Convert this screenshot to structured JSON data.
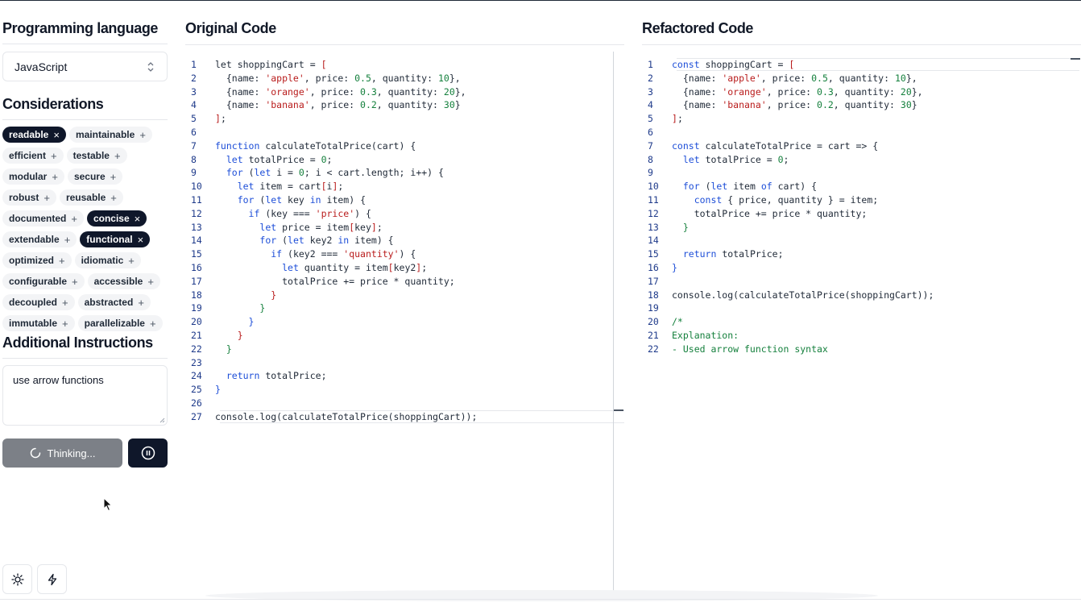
{
  "sidebar": {
    "language_title": "Programming language",
    "language_value": "JavaScript",
    "considerations_title": "Considerations",
    "considerations": [
      {
        "label": "readable",
        "selected": true
      },
      {
        "label": "maintainable",
        "selected": false
      },
      {
        "label": "efficient",
        "selected": false
      },
      {
        "label": "testable",
        "selected": false
      },
      {
        "label": "modular",
        "selected": false
      },
      {
        "label": "secure",
        "selected": false
      },
      {
        "label": "robust",
        "selected": false
      },
      {
        "label": "reusable",
        "selected": false
      },
      {
        "label": "documented",
        "selected": false
      },
      {
        "label": "concise",
        "selected": true
      },
      {
        "label": "extendable",
        "selected": false
      },
      {
        "label": "functional",
        "selected": true
      },
      {
        "label": "optimized",
        "selected": false
      },
      {
        "label": "idiomatic",
        "selected": false
      },
      {
        "label": "configurable",
        "selected": false
      },
      {
        "label": "accessible",
        "selected": false
      },
      {
        "label": "decoupled",
        "selected": false
      },
      {
        "label": "abstracted",
        "selected": false
      },
      {
        "label": "immutable",
        "selected": false
      },
      {
        "label": "parallelizable",
        "selected": false
      }
    ],
    "add_symbol": "+",
    "remove_symbol": "×",
    "instructions_title": "Additional Instructions",
    "instructions_value": "use arrow functions",
    "thinking_label": "Thinking...",
    "icons": {
      "theme": "sun-icon",
      "action": "bolt-icon",
      "stop": "pause-circle-icon",
      "spinner": "spinner-icon"
    }
  },
  "original": {
    "title": "Original Code",
    "active_line": 27,
    "lines": [
      [
        [
          "b",
          "let shoppingCart = "
        ],
        [
          "br",
          "["
        ]
      ],
      [
        [
          "b",
          "  {name: "
        ],
        [
          "s",
          "'apple'"
        ],
        [
          "b",
          ", price: "
        ],
        [
          "n",
          "0.5"
        ],
        [
          "b",
          ", quantity: "
        ],
        [
          "n",
          "10"
        ],
        [
          "b",
          "},"
        ]
      ],
      [
        [
          "b",
          "  {name: "
        ],
        [
          "s",
          "'orange'"
        ],
        [
          "b",
          ", price: "
        ],
        [
          "n",
          "0.3"
        ],
        [
          "b",
          ", quantity: "
        ],
        [
          "n",
          "20"
        ],
        [
          "b",
          "},"
        ]
      ],
      [
        [
          "b",
          "  {name: "
        ],
        [
          "s",
          "'banana'"
        ],
        [
          "b",
          ", price: "
        ],
        [
          "n",
          "0.2"
        ],
        [
          "b",
          ", quantity: "
        ],
        [
          "n",
          "30"
        ],
        [
          "b",
          "}"
        ]
      ],
      [
        [
          "br",
          "]"
        ],
        [
          "b",
          ";"
        ]
      ],
      [
        [
          "b",
          ""
        ]
      ],
      [
        [
          "k",
          "function"
        ],
        [
          "b",
          " calculateTotalPrice(cart) {"
        ]
      ],
      [
        [
          "b",
          "  "
        ],
        [
          "k",
          "let"
        ],
        [
          "b",
          " totalPrice = "
        ],
        [
          "n",
          "0"
        ],
        [
          "b",
          ";"
        ]
      ],
      [
        [
          "b",
          "  "
        ],
        [
          "k",
          "for"
        ],
        [
          "b",
          " ("
        ],
        [
          "k",
          "let"
        ],
        [
          "b",
          " i = "
        ],
        [
          "n",
          "0"
        ],
        [
          "b",
          "; i < cart.length; i++) {"
        ]
      ],
      [
        [
          "b",
          "    "
        ],
        [
          "k",
          "let"
        ],
        [
          "b",
          " item = cart"
        ],
        [
          "br",
          "["
        ],
        [
          "b",
          "i"
        ],
        [
          "br",
          "]"
        ],
        [
          "b",
          ";"
        ]
      ],
      [
        [
          "b",
          "    "
        ],
        [
          "k",
          "for"
        ],
        [
          "b",
          " ("
        ],
        [
          "k",
          "let"
        ],
        [
          "b",
          " key "
        ],
        [
          "k",
          "in"
        ],
        [
          "b",
          " item) {"
        ]
      ],
      [
        [
          "b",
          "      "
        ],
        [
          "k",
          "if"
        ],
        [
          "b",
          " (key === "
        ],
        [
          "s",
          "'price'"
        ],
        [
          "b",
          ") {"
        ]
      ],
      [
        [
          "b",
          "        "
        ],
        [
          "k",
          "let"
        ],
        [
          "b",
          " price = item"
        ],
        [
          "br",
          "["
        ],
        [
          "b",
          "key"
        ],
        [
          "br",
          "]"
        ],
        [
          "b",
          ";"
        ]
      ],
      [
        [
          "b",
          "        "
        ],
        [
          "k",
          "for"
        ],
        [
          "b",
          " ("
        ],
        [
          "k",
          "let"
        ],
        [
          "b",
          " key2 "
        ],
        [
          "k",
          "in"
        ],
        [
          "b",
          " item) {"
        ]
      ],
      [
        [
          "b",
          "          "
        ],
        [
          "k",
          "if"
        ],
        [
          "b",
          " (key2 === "
        ],
        [
          "s",
          "'quantity'"
        ],
        [
          "b",
          ") {"
        ]
      ],
      [
        [
          "b",
          "            "
        ],
        [
          "k",
          "let"
        ],
        [
          "b",
          " quantity = item"
        ],
        [
          "br",
          "["
        ],
        [
          "b",
          "key2"
        ],
        [
          "br",
          "]"
        ],
        [
          "b",
          ";"
        ]
      ],
      [
        [
          "b",
          "            totalPrice += price * quantity;"
        ]
      ],
      [
        [
          "b",
          "          "
        ],
        [
          "br",
          "}"
        ]
      ],
      [
        [
          "b",
          "        "
        ],
        [
          "n",
          "}"
        ]
      ],
      [
        [
          "b",
          "      "
        ],
        [
          "k",
          "}"
        ]
      ],
      [
        [
          "b",
          "    "
        ],
        [
          "br",
          "}"
        ]
      ],
      [
        [
          "b",
          "  "
        ],
        [
          "n",
          "}"
        ]
      ],
      [
        [
          "b",
          ""
        ]
      ],
      [
        [
          "b",
          "  "
        ],
        [
          "k",
          "return"
        ],
        [
          "b",
          " totalPrice;"
        ]
      ],
      [
        [
          "k",
          "}"
        ]
      ],
      [
        [
          "b",
          ""
        ]
      ],
      [
        [
          "b",
          "console.log(calculateTotalPrice(shoppingCart));"
        ]
      ]
    ]
  },
  "refactored": {
    "title": "Refactored Code",
    "active_line": 1,
    "lines": [
      [
        [
          "k",
          "const"
        ],
        [
          "b",
          " shoppingCart = "
        ],
        [
          "br",
          "["
        ]
      ],
      [
        [
          "b",
          "  {name: "
        ],
        [
          "s",
          "'apple'"
        ],
        [
          "b",
          ", price: "
        ],
        [
          "n",
          "0.5"
        ],
        [
          "b",
          ", quantity: "
        ],
        [
          "n",
          "10"
        ],
        [
          "b",
          "},"
        ]
      ],
      [
        [
          "b",
          "  {name: "
        ],
        [
          "s",
          "'orange'"
        ],
        [
          "b",
          ", price: "
        ],
        [
          "n",
          "0.3"
        ],
        [
          "b",
          ", quantity: "
        ],
        [
          "n",
          "20"
        ],
        [
          "b",
          "},"
        ]
      ],
      [
        [
          "b",
          "  {name: "
        ],
        [
          "s",
          "'banana'"
        ],
        [
          "b",
          ", price: "
        ],
        [
          "n",
          "0.2"
        ],
        [
          "b",
          ", quantity: "
        ],
        [
          "n",
          "30"
        ],
        [
          "b",
          "}"
        ]
      ],
      [
        [
          "br",
          "]"
        ],
        [
          "b",
          ";"
        ]
      ],
      [
        [
          "b",
          ""
        ]
      ],
      [
        [
          "k",
          "const"
        ],
        [
          "b",
          " calculateTotalPrice = cart => {"
        ]
      ],
      [
        [
          "b",
          "  "
        ],
        [
          "k",
          "let"
        ],
        [
          "b",
          " totalPrice = "
        ],
        [
          "n",
          "0"
        ],
        [
          "b",
          ";"
        ]
      ],
      [
        [
          "b",
          ""
        ]
      ],
      [
        [
          "b",
          "  "
        ],
        [
          "k",
          "for"
        ],
        [
          "b",
          " ("
        ],
        [
          "k",
          "let"
        ],
        [
          "b",
          " item "
        ],
        [
          "k",
          "of"
        ],
        [
          "b",
          " cart) {"
        ]
      ],
      [
        [
          "b",
          "    "
        ],
        [
          "k",
          "const"
        ],
        [
          "b",
          " { price, quantity } = item;"
        ]
      ],
      [
        [
          "b",
          "    totalPrice += price * quantity;"
        ]
      ],
      [
        [
          "b",
          "  "
        ],
        [
          "n",
          "}"
        ]
      ],
      [
        [
          "b",
          ""
        ]
      ],
      [
        [
          "b",
          "  "
        ],
        [
          "k",
          "return"
        ],
        [
          "b",
          " totalPrice;"
        ]
      ],
      [
        [
          "k",
          "}"
        ]
      ],
      [
        [
          "b",
          ""
        ]
      ],
      [
        [
          "b",
          "console.log(calculateTotalPrice(shoppingCart));"
        ]
      ],
      [
        [
          "b",
          ""
        ]
      ],
      [
        [
          "c",
          "/*"
        ]
      ],
      [
        [
          "c",
          "Explanation:"
        ]
      ],
      [
        [
          "c",
          "- Used arrow function syntax"
        ]
      ]
    ]
  }
}
